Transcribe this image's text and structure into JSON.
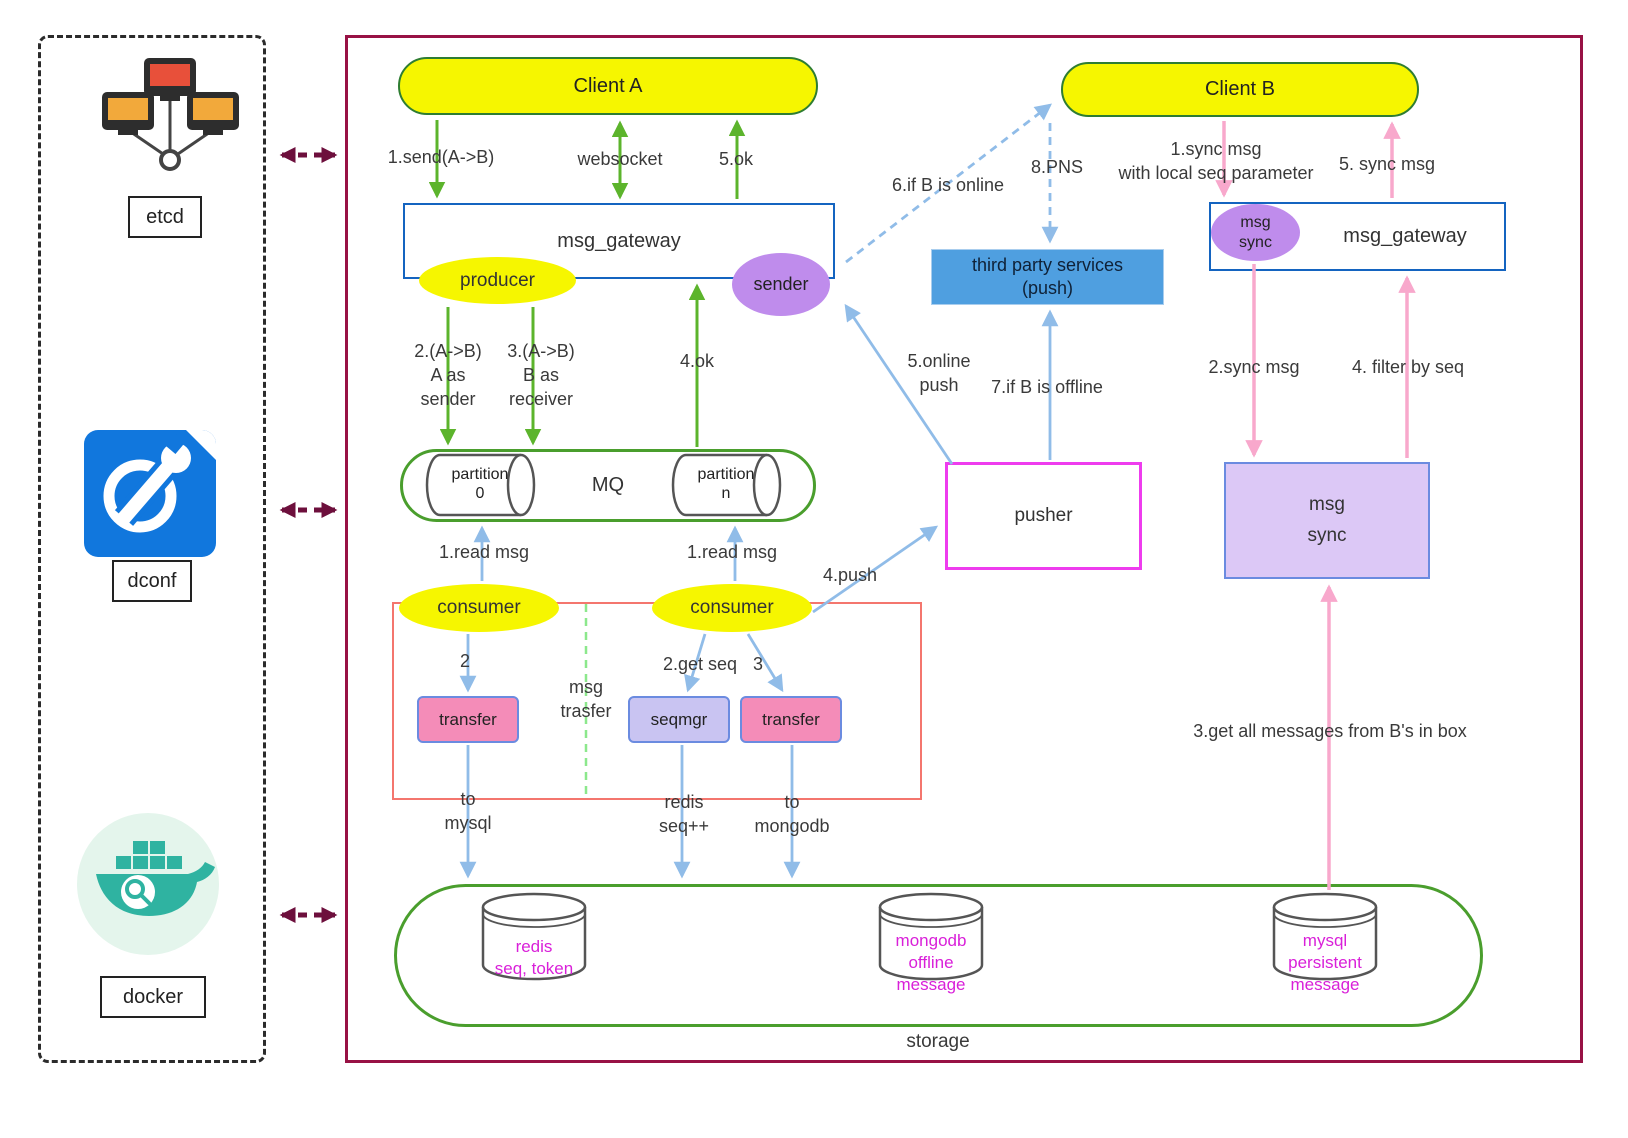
{
  "left_panel": {
    "etcd_label": "etcd",
    "dconf_label": "dconf",
    "docker_label": "docker"
  },
  "nodes": {
    "client_a": "Client A",
    "client_b": "Client B",
    "gateway_left": "msg_gateway",
    "gateway_right": "msg_gateway",
    "producer": "producer",
    "sender": "sender",
    "msg_sync_badge": "msg\nsync",
    "mq": "MQ",
    "partition_0": "partition\n0",
    "partition_n": "partition\nn",
    "consumer_left": "consumer",
    "consumer_right": "consumer",
    "transfer_left": "transfer",
    "seqmgr": "seqmgr",
    "transfer_right": "transfer",
    "pusher": "pusher",
    "third_party": "third party services\n(push)",
    "msg_sync_box": "msg\nsync",
    "storage": "storage",
    "db_redis": "redis\nseq, token",
    "db_mongodb": "mongodb\noffline\nmessage",
    "db_mysql": "mysql\npersistent\nmessage"
  },
  "edges": {
    "send_1": "1.send(A->B)",
    "websocket": "websocket",
    "ok_5": "5.ok",
    "a_as_sender": "2.(A->B)\nA as\nsender",
    "b_as_receiver": "3.(A->B)\nB as\nreceiver",
    "ok_4": "4.ok",
    "read_msg_left": "1.read msg",
    "read_msg_right": "1.read msg",
    "step_2": "2",
    "get_seq": "2.get seq",
    "step_3": "3",
    "msg_trasfer": "msg\ntrasfer",
    "to_mysql": "to\nmysql",
    "redis_seq": "redis\nseq++",
    "to_mongodb": "to\nmongodb",
    "push_4": "4.push",
    "online_push": "5.online\npush",
    "if_b_offline": "7.if B is offline",
    "if_b_online": "6.if B is online",
    "pns": "8.PNS",
    "sync_msg_1": "1.sync msg\nwith local seq parameter",
    "sync_msg_5": "5. sync msg",
    "sync_msg_2": "2.sync msg",
    "filter_by_seq": "4. filter by seq",
    "get_all_messages": "3.get all messages from B's in box"
  },
  "colors": {
    "client_fill": "#f6f600",
    "node_purple": "#bf8cec",
    "arrow_green": "#5cb42c",
    "arrow_blue": "#90bce8",
    "arrow_pink": "#f8a8cc",
    "arrow_maroon": "#6d0f3c",
    "main_border": "#981245",
    "storage_border": "#4a9e2d",
    "pusher_border": "#ee3cee",
    "db_text": "#d920d9"
  }
}
